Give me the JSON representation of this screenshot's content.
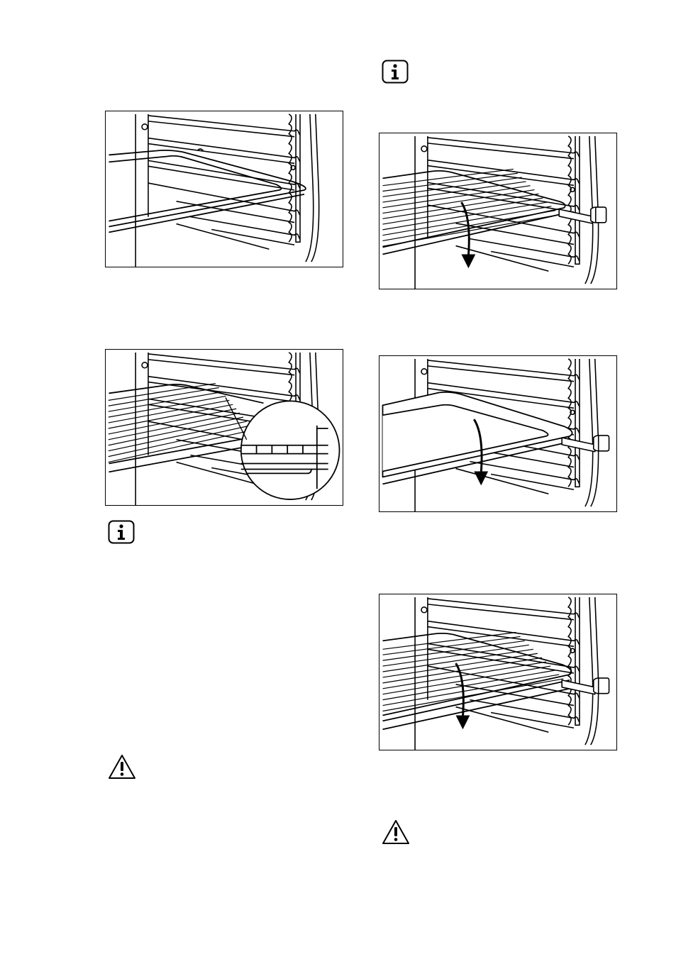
{
  "page": {
    "background": "#ffffff",
    "line_color": "#000000"
  },
  "icons": {
    "info": "info-icon",
    "warning": "warning-icon"
  },
  "figures": [
    {
      "id": "fig-tray-on-runners",
      "depicts": "baking-tray"
    },
    {
      "id": "fig-wire-shelf-on-runners",
      "depicts": "wire-shelf-with-detail-magnifier"
    },
    {
      "id": "fig-wire-shelf-telescopic",
      "depicts": "wire-shelf-on-telescopic-runners"
    },
    {
      "id": "fig-tray-telescopic",
      "depicts": "baking-tray-on-telescopic-runners"
    },
    {
      "id": "fig-shelf-and-tray-telescopic",
      "depicts": "wire-shelf-and-tray-on-telescopic-runners"
    }
  ]
}
